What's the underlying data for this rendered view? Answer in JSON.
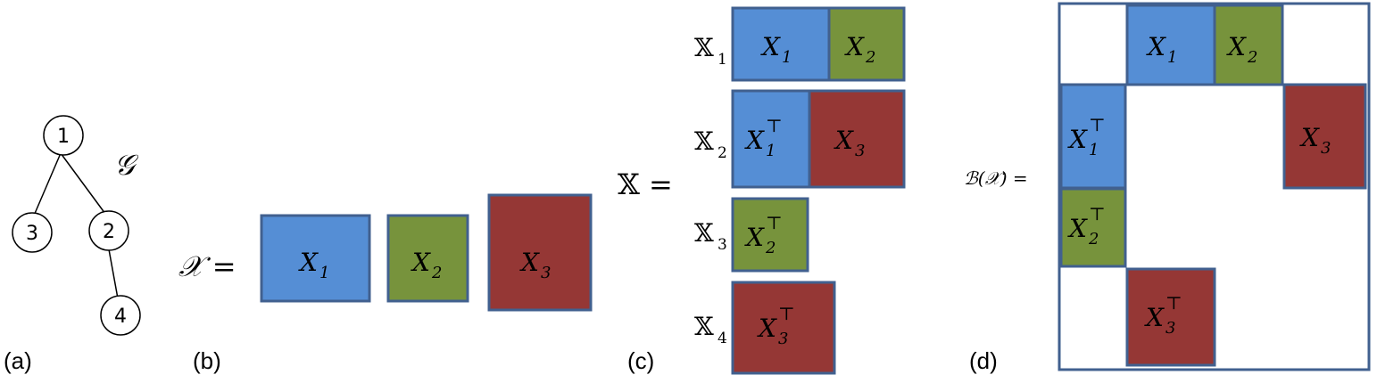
{
  "colors": {
    "blue": "#558ed5",
    "green": "#77933c",
    "red": "#953735",
    "border": "#41608f"
  },
  "panels": {
    "a": {
      "label": "(a)",
      "graph_symbol": "𝒢",
      "nodes": [
        "1",
        "3",
        "2",
        "4"
      ]
    },
    "b": {
      "label": "(b)",
      "lhs": "𝒳 =",
      "x1": "X",
      "x1_sub": "1",
      "x2": "X",
      "x2_sub": "2",
      "x3": "X",
      "x3_sub": "3"
    },
    "c": {
      "label": "(c)",
      "lhs": "𝕏 =",
      "rows": [
        {
          "name": "𝕏",
          "sub": "1"
        },
        {
          "name": "𝕏",
          "sub": "2"
        },
        {
          "name": "𝕏",
          "sub": "3"
        },
        {
          "name": "𝕏",
          "sub": "4"
        }
      ],
      "blocks": {
        "r1a": {
          "base": "X",
          "sub": "1"
        },
        "r1b": {
          "base": "X",
          "sub": "2"
        },
        "r2a": {
          "base": "X",
          "sub": "1",
          "sup": "⊤"
        },
        "r2b": {
          "base": "X",
          "sub": "3"
        },
        "r3a": {
          "base": "X",
          "sub": "2",
          "sup": "⊤"
        },
        "r4a": {
          "base": "X",
          "sub": "3",
          "sup": "⊤"
        }
      }
    },
    "d": {
      "label": "(d)",
      "lhs": "ℬ(𝒳) =",
      "blocks": {
        "b1": {
          "base": "X",
          "sub": "1"
        },
        "b2": {
          "base": "X",
          "sub": "2"
        },
        "b3": {
          "base": "X",
          "sub": "1",
          "sup": "⊤"
        },
        "b4": {
          "base": "X",
          "sub": "3"
        },
        "b5": {
          "base": "X",
          "sub": "2",
          "sup": "⊤"
        },
        "b6": {
          "base": "X",
          "sub": "3",
          "sup": "⊤"
        }
      }
    }
  }
}
